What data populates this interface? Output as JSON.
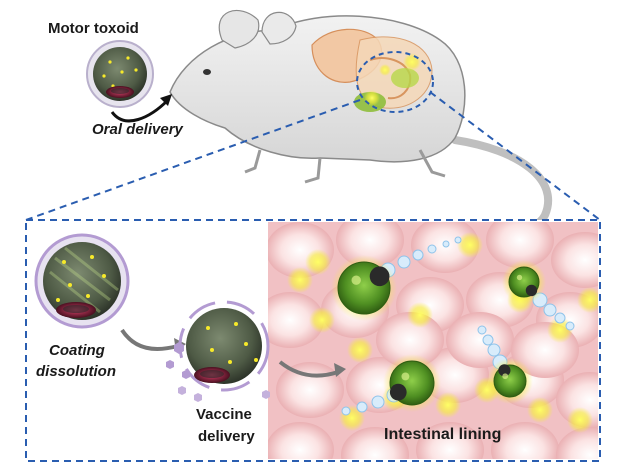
{
  "labels": {
    "motor_toxoid": "Motor toxoid",
    "oral_delivery": "Oral delivery",
    "coating_line1": "Coating",
    "coating_line2": "dissolution",
    "vaccine_line1": "Vaccine",
    "vaccine_line2": "delivery",
    "intestinal_lining": "Intestinal lining"
  },
  "colors": {
    "callout_dash": "#2a5db0",
    "tissue": "#f4c7c9",
    "motor_green": "#5a9e2c",
    "particle_yellow": "#f7ea2a",
    "coating_purple": "#b39bd2",
    "bubble_blue": "#a9d4f2",
    "arrow_gray": "#7a7a7a"
  }
}
